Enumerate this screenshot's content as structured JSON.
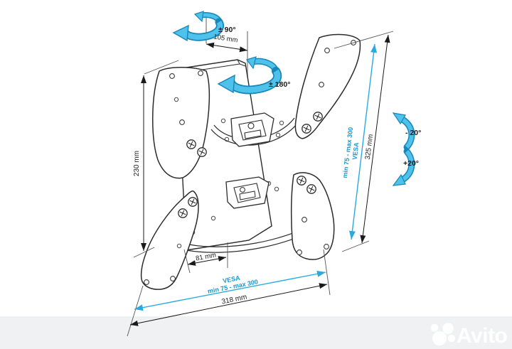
{
  "colors": {
    "accent_cyan": "#29abe2",
    "cyan_text": "#1897cf",
    "arrow_fill": "#4fc2ec",
    "arrow_edge": "#1786b8",
    "line_art": "#2b2b2b",
    "dimension_line": "#1a1a1a",
    "footer_band": "#f0f1f2",
    "background": "#ffffff"
  },
  "diagram": {
    "rotation_labels": {
      "swivel_90": "± 90°",
      "swivel_180": "± 180°",
      "tilt_minus": "- 20°",
      "tilt_plus": "+20°"
    },
    "dimensions": {
      "top_offset": "105 mm",
      "left_height": "230 mm",
      "right_height": "325 mm",
      "bottom_width": "318 mm",
      "inner_width": "81 mm"
    },
    "vesa_vertical": {
      "title": "VESA",
      "range": "min 75 - max 300"
    },
    "vesa_horizontal": {
      "title": "VESA",
      "range": "min 75 - max 300"
    }
  },
  "watermark": {
    "brand": "Avito"
  }
}
